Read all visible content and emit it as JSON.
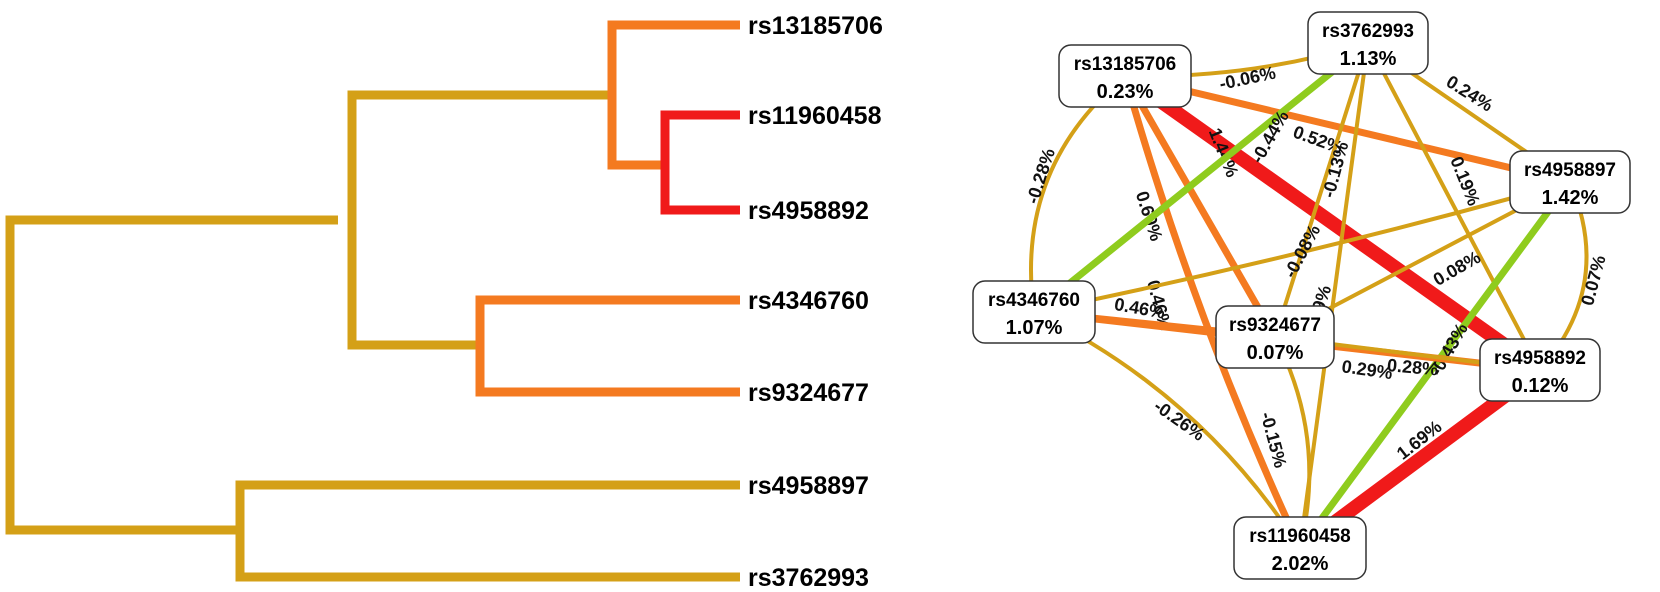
{
  "colors": {
    "gold": "#d4a017",
    "orange": "#f47a20",
    "red": "#f01a1a",
    "green": "#8fcc1e"
  },
  "dendrogram": {
    "leaves": [
      "rs13185706",
      "rs11960458",
      "rs4958892",
      "rs4346760",
      "rs9324677",
      "rs4958897",
      "rs3762993"
    ]
  },
  "network": {
    "nodes": [
      {
        "id": "rs13185706",
        "name": "rs13185706",
        "value": "0.23%"
      },
      {
        "id": "rs3762993",
        "name": "rs3762993",
        "value": "1.13%"
      },
      {
        "id": "rs4958897",
        "name": "rs4958897",
        "value": "1.42%"
      },
      {
        "id": "rs4346760",
        "name": "rs4346760",
        "value": "1.07%"
      },
      {
        "id": "rs9324677",
        "name": "rs9324677",
        "value": "0.07%"
      },
      {
        "id": "rs4958892",
        "name": "rs4958892",
        "value": "0.12%"
      },
      {
        "id": "rs11960458",
        "name": "rs11960458",
        "value": "2.02%"
      }
    ],
    "edges": [
      {
        "from": "rs13185706",
        "to": "rs3762993",
        "label": "-0.06%",
        "color": "gold"
      },
      {
        "from": "rs13185706",
        "to": "rs4958897",
        "label": "0.52%",
        "color": "orange"
      },
      {
        "from": "rs13185706",
        "to": "rs4346760",
        "label": "-0.28%",
        "color": "gold"
      },
      {
        "from": "rs13185706",
        "to": "rs9324677",
        "label": "0.60%",
        "color": "orange"
      },
      {
        "from": "rs13185706",
        "to": "rs4958892",
        "label": "1.44%",
        "color": "red"
      },
      {
        "from": "rs13185706",
        "to": "rs11960458",
        "label": "0.46%",
        "color": "orange"
      },
      {
        "from": "rs3762993",
        "to": "rs4958897",
        "label": "0.24%",
        "color": "gold"
      },
      {
        "from": "rs3762993",
        "to": "rs4346760",
        "label": "-0.44%",
        "color": "green"
      },
      {
        "from": "rs3762993",
        "to": "rs9324677",
        "label": "-0.13%",
        "color": "gold"
      },
      {
        "from": "rs3762993",
        "to": "rs4958892",
        "label": "0.19%",
        "color": "gold"
      },
      {
        "from": "rs3762993",
        "to": "rs11960458",
        "label": "0.19%",
        "color": "gold"
      },
      {
        "from": "rs4958897",
        "to": "rs4346760",
        "label": "-0.08%",
        "color": "gold"
      },
      {
        "from": "rs4958897",
        "to": "rs9324677",
        "label": "0.08%",
        "color": "gold"
      },
      {
        "from": "rs4958897",
        "to": "rs4958892",
        "label": "0.07%",
        "color": "gold"
      },
      {
        "from": "rs4958897",
        "to": "rs11960458",
        "label": "-0.43%",
        "color": "green"
      },
      {
        "from": "rs4346760",
        "to": "rs9324677",
        "label": "0.46%",
        "color": "orange"
      },
      {
        "from": "rs4346760",
        "to": "rs4958892",
        "label": "0.29%",
        "color": "orange"
      },
      {
        "from": "rs4346760",
        "to": "rs11960458",
        "label": "-0.26%",
        "color": "gold"
      },
      {
        "from": "rs9324677",
        "to": "rs4958892",
        "label": "0.28%",
        "color": "gold"
      },
      {
        "from": "rs9324677",
        "to": "rs11960458",
        "label": "-0.15%",
        "color": "gold"
      },
      {
        "from": "rs4958892",
        "to": "rs11960458",
        "label": "1.69%",
        "color": "red"
      }
    ]
  }
}
